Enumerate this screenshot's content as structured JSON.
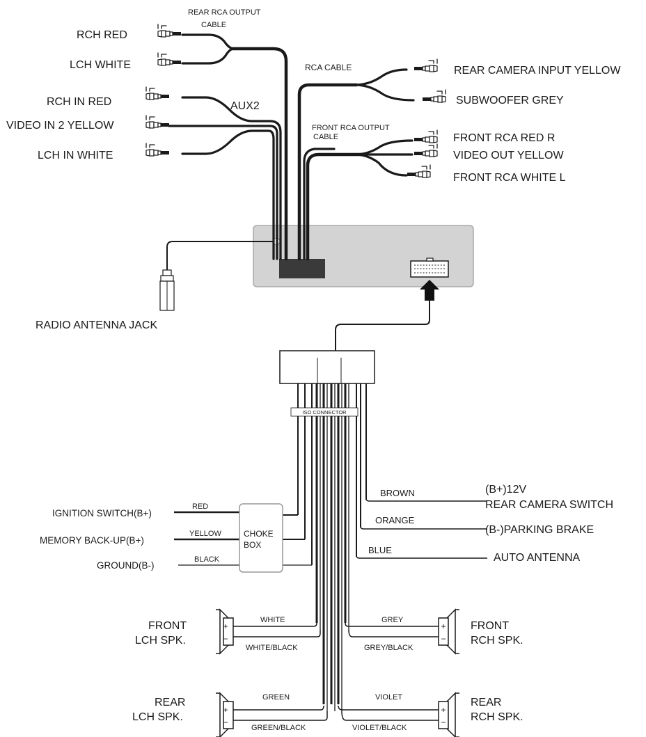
{
  "rca": {
    "rear_output_cable": [
      "REAR RCA OUTPUT",
      "CABLE"
    ],
    "rch_red": "RCH  RED",
    "lch_white": "LCH WHITE",
    "aux2": "AUX2",
    "rch_in_red": "RCH IN RED",
    "video_in_2_yellow": "VIDEO IN 2 YELLOW",
    "lch_in_white": "LCH IN WHITE",
    "rca_cable": "RCA  CABLE",
    "rear_camera_input": "REAR CAMERA INPUT YELLOW",
    "subwoofer": "SUBWOOFER GREY",
    "front_output_cable": [
      "FRONT RCA OUTPUT",
      "CABLE"
    ],
    "front_rca_red": "FRONT RCA RED   R",
    "video_out": "VIDEO  OUT  YELLOW",
    "front_rca_white": "FRONT RCA  WHITE  L"
  },
  "antenna": {
    "label": "RADIO ANTENNA JACK"
  },
  "iso": {
    "label": "ISO CONNECTOR"
  },
  "choke": {
    "line1": "CHOKE",
    "line2": "BOX"
  },
  "power": {
    "ignition": "IGNITION SWITCH(B+)",
    "memory": "MEMORY BACK-UP(B+)",
    "ground": "GROUND(B-)",
    "red": "RED",
    "yellow": "YELLOW",
    "black": "BLACK"
  },
  "controls": {
    "brown": "BROWN",
    "b12v": "(B+)12V",
    "rear_camera_switch": "REAR CAMERA SWITCH",
    "orange": "ORANGE",
    "parking_brake": "(B-)PARKING BRAKE",
    "blue": "BLUE",
    "auto_antenna": "AUTO ANTENNA"
  },
  "speakers": {
    "front_lch": [
      "FRONT",
      "LCH SPK."
    ],
    "front_rch": [
      "FRONT",
      "RCH SPK."
    ],
    "rear_lch": [
      "REAR",
      "LCH SPK."
    ],
    "rear_rch": [
      "REAR",
      "RCH SPK."
    ],
    "white": "WHITE",
    "white_black": "WHITE/BLACK",
    "grey": "GREY",
    "grey_black": "GREY/BLACK",
    "green": "GREEN",
    "green_black": "GREEN/BLACK",
    "violet": "VIOLET",
    "violet_black": "VIOLET/BLACK",
    "plus": "+",
    "minus": "−"
  }
}
